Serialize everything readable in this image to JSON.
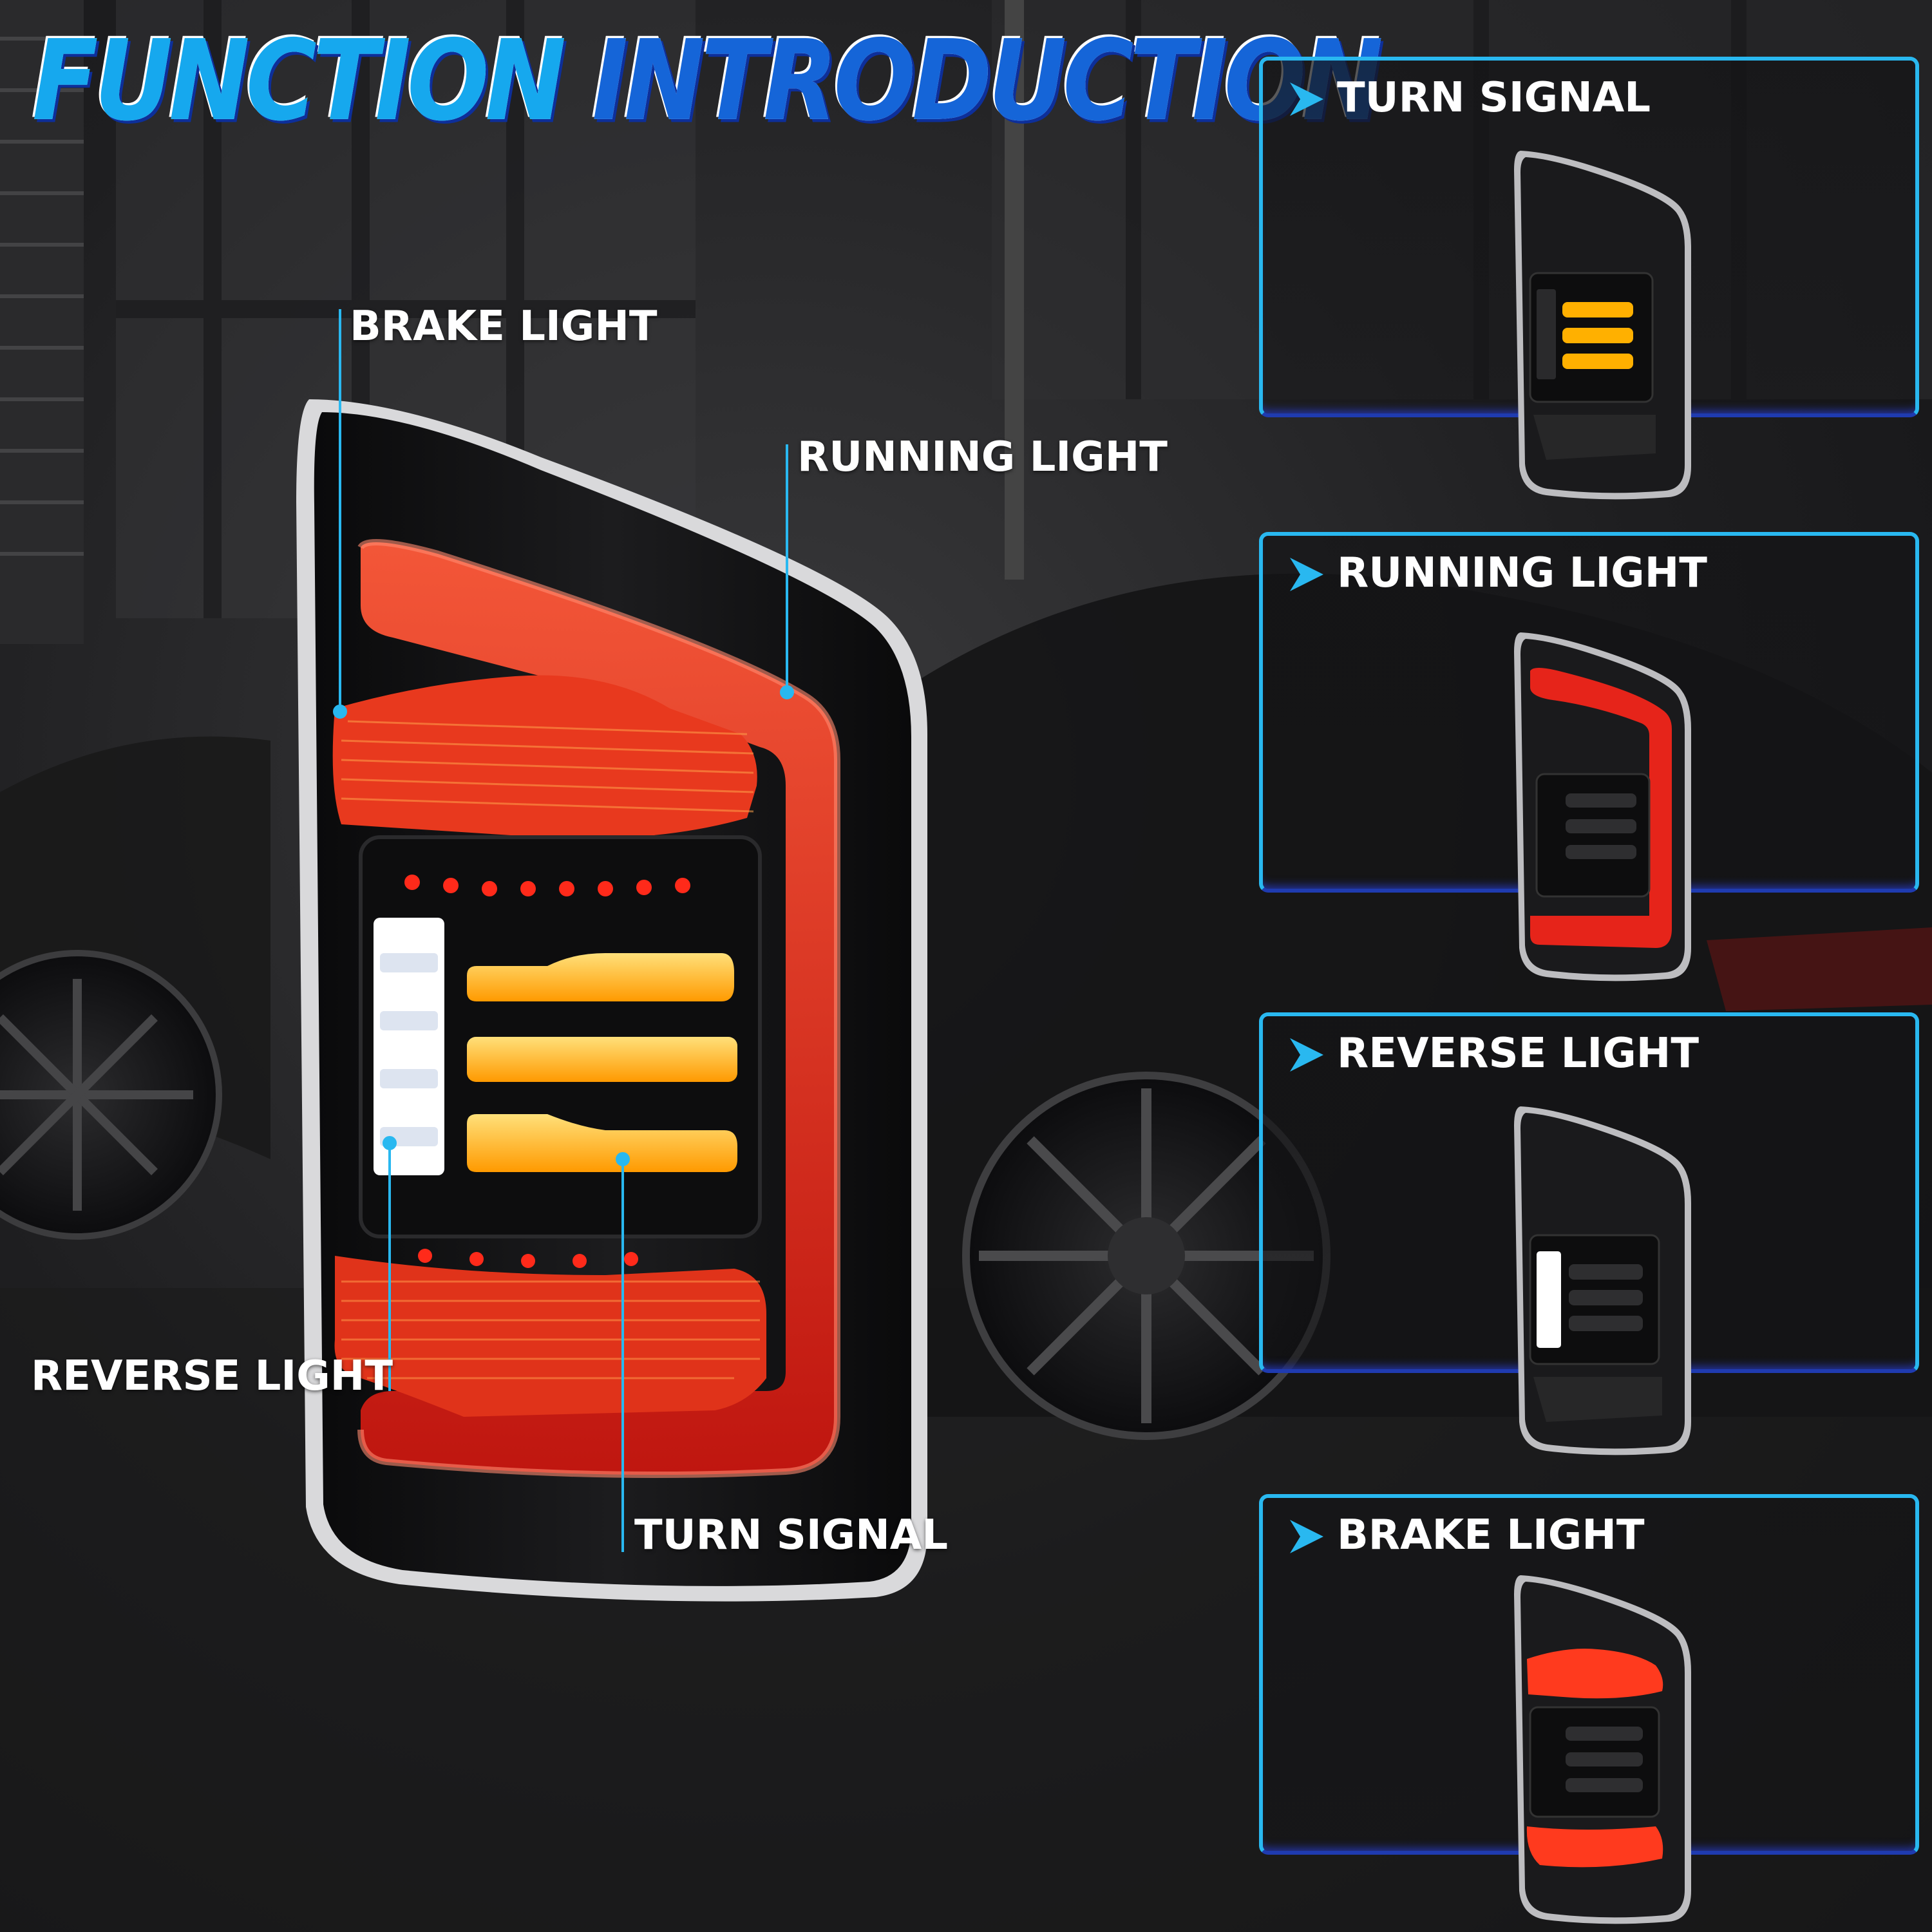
{
  "title": {
    "word1": "FUNCTION",
    "word2": "INTRODUCTION"
  },
  "callouts": {
    "brake": "BRAKE LIGHT",
    "running": "RUNNING LIGHT",
    "reverse": "REVERSE LIGHT",
    "turn": "TURN SIGNAL"
  },
  "panels": [
    {
      "label": "TURN SIGNAL"
    },
    {
      "label": "RUNNING LIGHT"
    },
    {
      "label": "REVERSE LIGHT"
    },
    {
      "label": "BRAKE LIGHT"
    }
  ],
  "colors": {
    "accent": "#29b8f0",
    "accent_dark": "#1f3bb0",
    "brake_red": "#e0231c",
    "turn_amber": "#ffb000",
    "reverse_white": "#ffffff"
  },
  "icons": [
    "chevron-right-icon"
  ]
}
